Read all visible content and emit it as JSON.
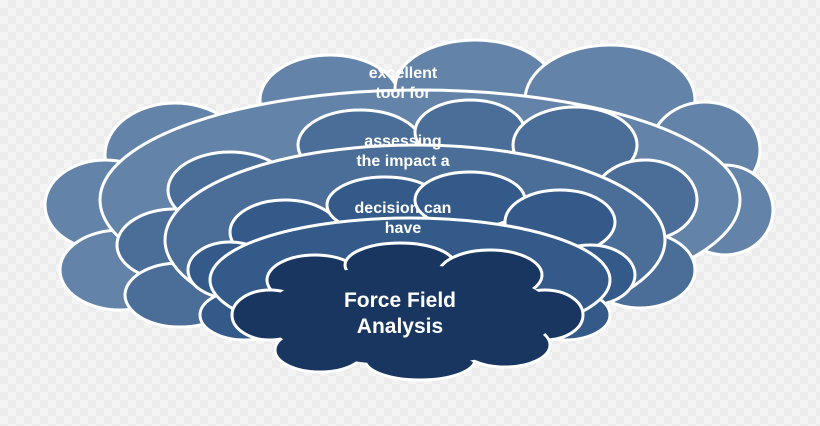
{
  "diagram": {
    "layers": [
      {
        "text": "excellent\ntool for",
        "color": "#6483a9"
      },
      {
        "text": "assessing\nthe impact a",
        "color": "#4b6e98"
      },
      {
        "text": "decision can\nhave",
        "color": "#335a89"
      },
      {
        "text": "Force Field\nAnalysis",
        "color": "#183660"
      }
    ]
  }
}
